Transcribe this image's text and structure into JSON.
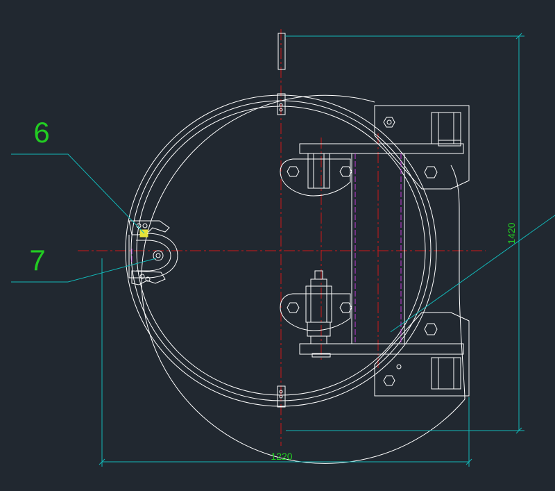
{
  "dimensions": {
    "width_label": "1220",
    "height_label": "1420"
  },
  "callouts": {
    "part_6": "6",
    "part_7": "7"
  },
  "colors": {
    "background": "#212830",
    "geometry": "#ffffff",
    "centerline": "#d01818",
    "dimension_line": "#12b8b8",
    "dimension_text": "#22cc22",
    "hidden_line": "#c23bd8",
    "highlight": "#e6e23a"
  }
}
